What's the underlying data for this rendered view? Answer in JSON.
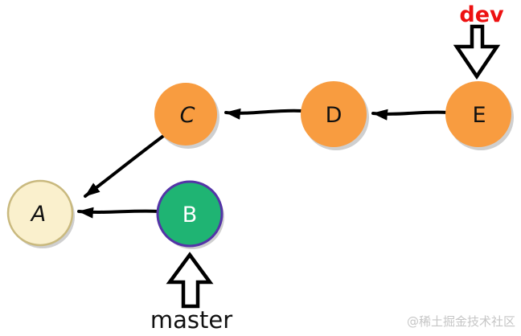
{
  "diagram": {
    "type": "git-commit-graph",
    "colors": {
      "background": "#FFFFFF",
      "commit_orange": "#F89C40",
      "commit_green": "#1FB473",
      "commit_green_border": "#5434A7",
      "commit_cream": "#FAF0CD",
      "commit_cream_border": "#C9B97E",
      "shadow_gray": "#CFCFCF",
      "arrow_black": "#000000",
      "dev_label_red": "#ED1111",
      "watermark_gray": "#C6C6C6"
    },
    "nodes": [
      {
        "id": "A",
        "label": "A",
        "fill": "#FAF0CD",
        "border": "#C9B97E",
        "label_color": "#111111"
      },
      {
        "id": "B",
        "label": "B",
        "fill": "#1FB473",
        "border": "#5434A7",
        "label_color": "#FFFFFF"
      },
      {
        "id": "C",
        "label": "C",
        "fill": "#F89C40",
        "border": "none",
        "label_color": "#111111"
      },
      {
        "id": "D",
        "label": "D",
        "fill": "#F89C40",
        "border": "none",
        "label_color": "#111111"
      },
      {
        "id": "E",
        "label": "E",
        "fill": "#F89C40",
        "border": "none",
        "label_color": "#111111"
      }
    ],
    "edges": [
      {
        "from": "E",
        "to": "D"
      },
      {
        "from": "D",
        "to": "C"
      },
      {
        "from": "C",
        "to": "A"
      },
      {
        "from": "B",
        "to": "A"
      }
    ],
    "branch_pointers": [
      {
        "name": "dev",
        "points_to": "E",
        "color": "#ED1111",
        "arrow_direction": "down"
      },
      {
        "name": "master",
        "points_to": "B",
        "color": "#111111",
        "arrow_direction": "up"
      }
    ],
    "watermark": "@稀土掘金技术社区"
  }
}
